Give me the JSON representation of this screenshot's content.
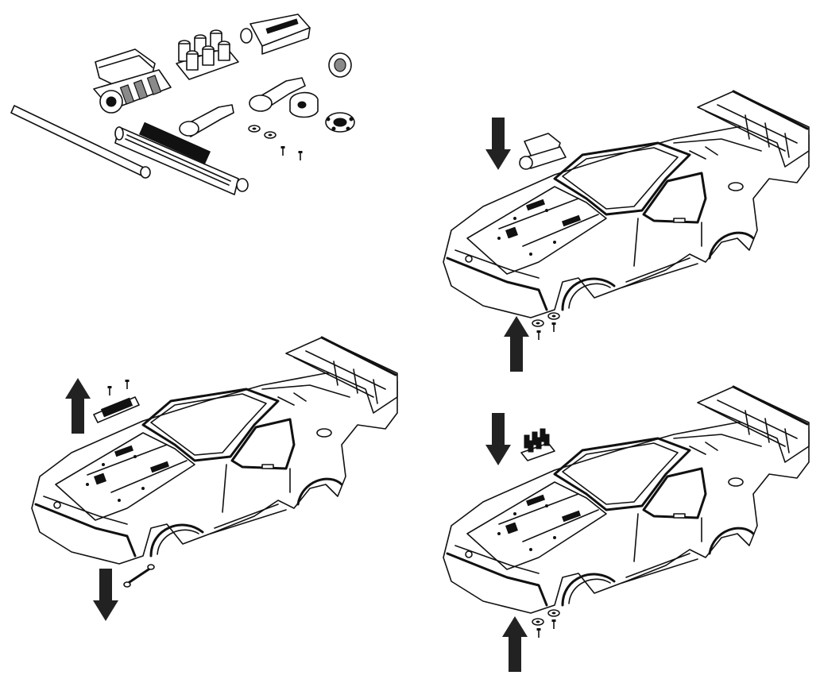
{
  "title": "",
  "panels": [
    {
      "id": "parts-overview",
      "arrows": []
    },
    {
      "id": "step-a",
      "arrows": [
        "up",
        "down"
      ]
    },
    {
      "id": "step-b",
      "arrows": [
        "down",
        "up"
      ]
    },
    {
      "id": "step-c",
      "arrows": [
        "down",
        "up"
      ]
    }
  ],
  "parts": [
    "intercooler",
    "exhaust-pipe",
    "blower-scoop",
    "supercharger",
    "injector-stack",
    "air-filter",
    "valve-cover",
    "distributor",
    "pulley",
    "washer",
    "screw",
    "grommet",
    "breather"
  ],
  "colors": {
    "line": "#111111",
    "arrow": "#222222",
    "background": "#ffffff"
  }
}
